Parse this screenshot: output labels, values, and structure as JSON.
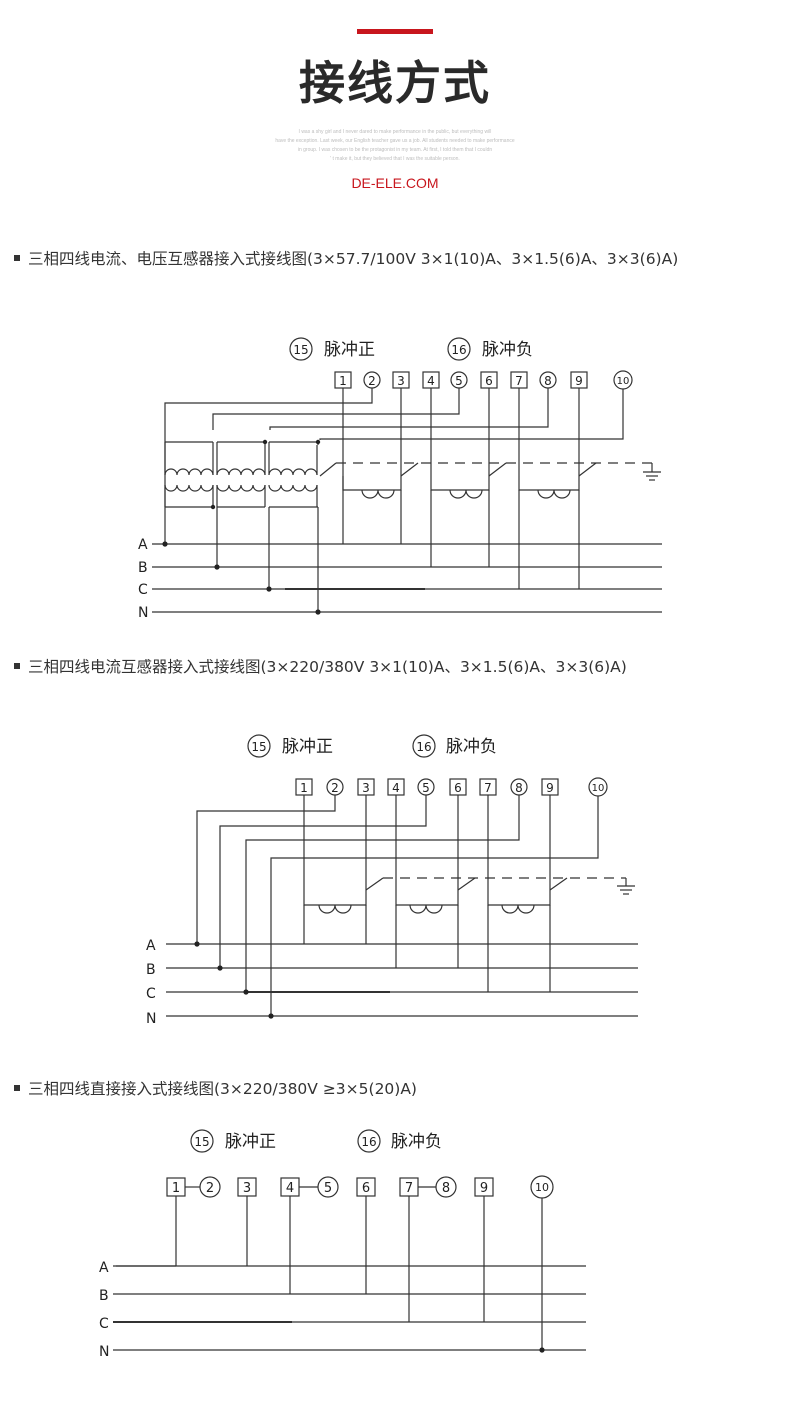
{
  "header": {
    "title": "接线方式",
    "filler_text": [
      "I was a shy girl and I never dared to make performance in the public, but everything will",
      "have the exception. Last week, our English teacher gave us a job. All students needed to make performance",
      "in group. I was chosen to be the protagonist in my team. At first, I told them that I couldn",
      "' t make it, but they believed that I was the suitable person."
    ],
    "site": "DE-ELE.COM"
  },
  "diagrams": [
    {
      "heading": "三相四线电流、电压互感器接入式接线图(3×57.7/100V 3×1(10)A、3×1.5(6)A、3×3(6)A)",
      "pulse_pos_num": "15",
      "pulse_pos_label": "脉冲正",
      "pulse_neg_num": "16",
      "pulse_neg_label": "脉冲负",
      "terminals": [
        "1",
        "2",
        "3",
        "4",
        "5",
        "6",
        "7",
        "8",
        "9",
        "10"
      ],
      "lines": [
        "A",
        "B",
        "C",
        "N"
      ]
    },
    {
      "heading": "三相四线电流互感器接入式接线图(3×220/380V 3×1(10)A、3×1.5(6)A、3×3(6)A)",
      "pulse_pos_num": "15",
      "pulse_pos_label": "脉冲正",
      "pulse_neg_num": "16",
      "pulse_neg_label": "脉冲负",
      "terminals": [
        "1",
        "2",
        "3",
        "4",
        "5",
        "6",
        "7",
        "8",
        "9",
        "10"
      ],
      "lines": [
        "A",
        "B",
        "C",
        "N"
      ]
    },
    {
      "heading": "三相四线直接接入式接线图(3×220/380V ≥3×5(20)A)",
      "pulse_pos_num": "15",
      "pulse_pos_label": "脉冲正",
      "pulse_neg_num": "16",
      "pulse_neg_label": "脉冲负",
      "terminals": [
        "1",
        "2",
        "3",
        "4",
        "5",
        "6",
        "7",
        "8",
        "9",
        "10"
      ],
      "lines": [
        "A",
        "B",
        "C",
        "N"
      ]
    }
  ]
}
